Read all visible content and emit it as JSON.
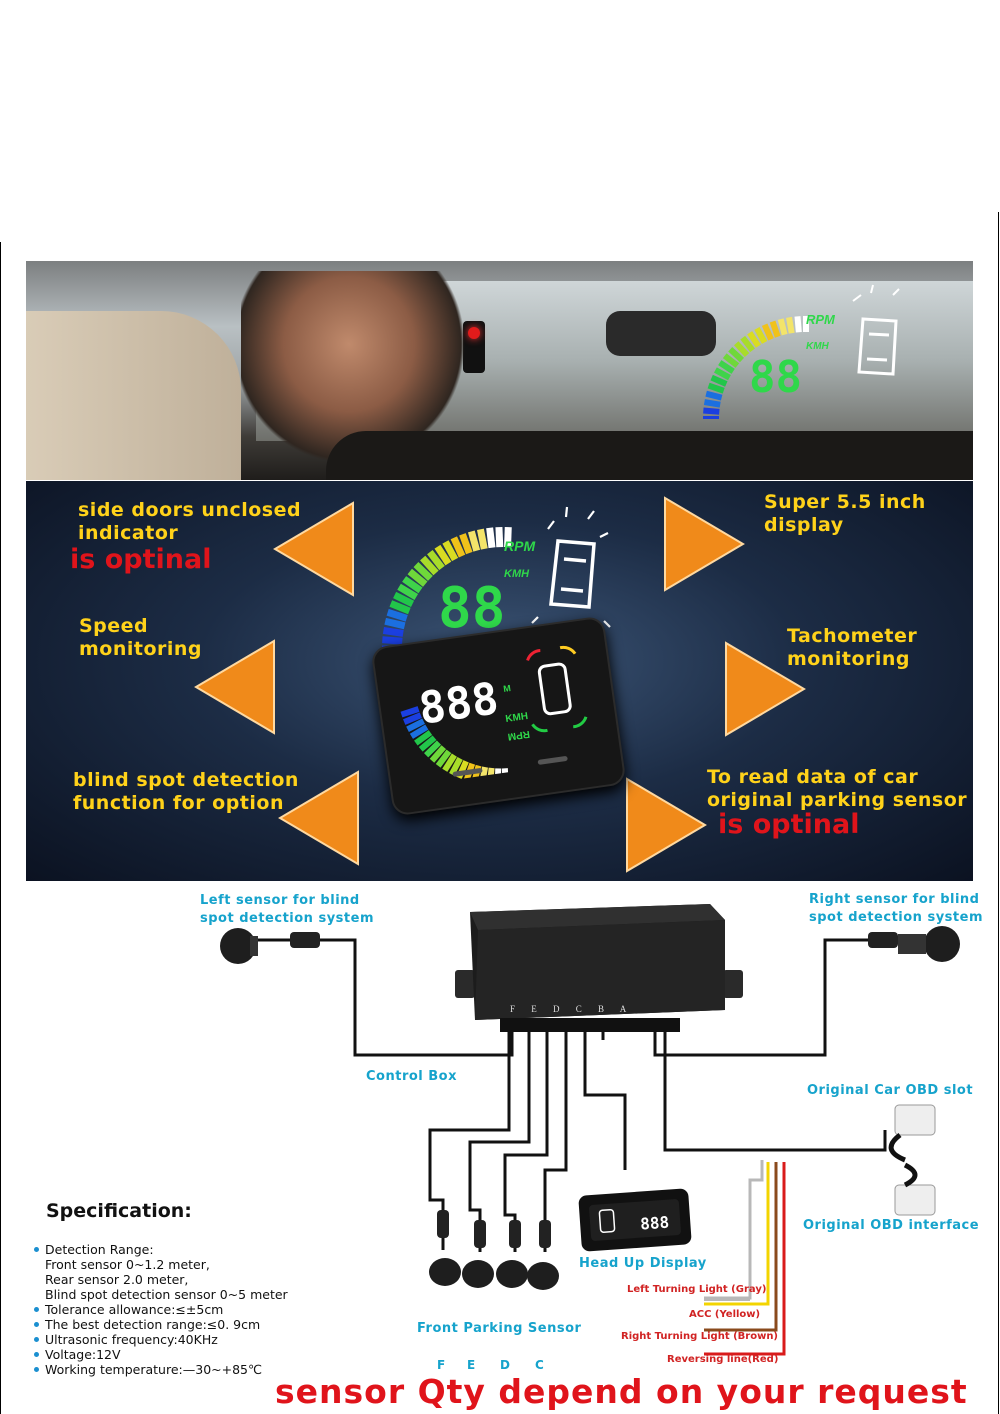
{
  "features": {
    "side_doors": "side doors unclosed\nindicator",
    "side_doors_option": "is optinal",
    "speed": "Speed\nmonitoring",
    "blind_spot": "blind spot detection\nfunction for option",
    "display": "Super 5.5 inch\ndisplay",
    "tachometer": "Tachometer\nmonitoring",
    "parking_sensor": "To read data of car\noriginal parking sensor",
    "parking_option": "is optinal"
  },
  "hud": {
    "speed_digits": "88",
    "rpm_label": "RPM",
    "kmh_label": "KMH",
    "device_digits": "888",
    "device_kmh": "KMH",
    "device_rpm": "RPM",
    "device_m": "M"
  },
  "diagram": {
    "left_sensor": "Left sensor for blind\nspot detection system",
    "right_sensor": "Right sensor for blind\nspot detection system",
    "control_box": "Control Box",
    "port_letters": "F E D C B A",
    "obd_slot": "Original Car OBD slot",
    "obd_interface": "Original  OBD interface",
    "head_up_display": "Head Up Display",
    "front_parking_sensor": "Front Parking Sensor",
    "sensor_letters": [
      "F",
      "E",
      "D",
      "C"
    ],
    "wires": {
      "left_turn": "Left Turning Light (Gray)",
      "acc": "ACC (Yellow)",
      "right_turn": "Right Turning Light (Brown)",
      "reversing": "Reversing line(Red)"
    },
    "wire_colors": {
      "gray": "#b8b8b8",
      "yellow": "#f3d400",
      "brown": "#8a4a1c",
      "red": "#d91b1b"
    }
  },
  "specification": {
    "title": "Specification:",
    "items": [
      {
        "text": "Detection Range:",
        "bullet": true
      },
      {
        "text": "Front sensor 0~1.2 meter,",
        "bullet": false
      },
      {
        "text": "Rear sensor 2.0 meter,",
        "bullet": false
      },
      {
        "text": "Blind spot detection sensor 0~5 meter",
        "bullet": false
      },
      {
        "text": "Tolerance allowance:≤±5cm",
        "bullet": true
      },
      {
        "text": "The best detection range:≤0. 9cm",
        "bullet": true
      },
      {
        "text": "Ultrasonic frequency:40KHz",
        "bullet": true
      },
      {
        "text": "Voltage:12V",
        "bullet": true
      },
      {
        "text": "Working temperature:—30~+85℃",
        "bullet": true
      }
    ]
  },
  "footer": "sensor Qty depend on your request",
  "colors": {
    "accent_yellow": "#ffd21a",
    "option_red": "#e0141b",
    "label_blue": "#16a3cc",
    "arrow_orange": "#f08a1a"
  }
}
